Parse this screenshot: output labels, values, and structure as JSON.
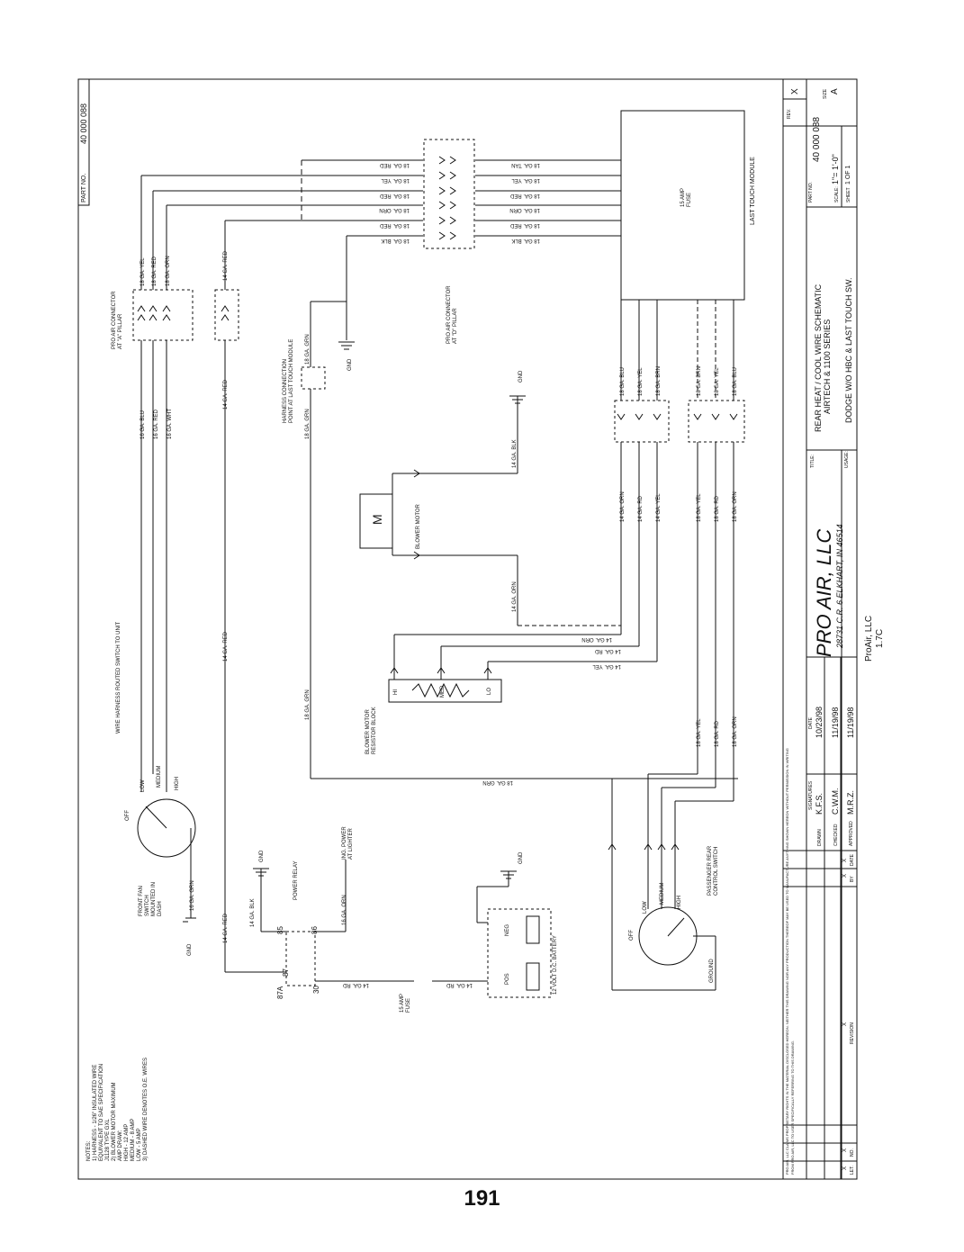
{
  "part_no_label": "PART NO.",
  "part_no": "40 000 088",
  "rev_label": "REV.",
  "rev": "X",
  "title_label": "TITLE:",
  "title_lines": [
    "REAR HEAT / COOL WIRE SCHEMATIC",
    "AIRTECH & 1100 SERIES"
  ],
  "usage_label": "USAGE:",
  "usage": "DODGE W/O HBC & LAST TOUCH SW.",
  "scale_label": "SCALE:",
  "scale": "1\"= 1'-0\"",
  "size_label": "SIZE",
  "size": "A",
  "sheet_label": "SHEET",
  "sheet": "1 OF 1",
  "company": "PRO AIR, LLC",
  "address": "28731 C.R. 6  ELKHART, IN 46514",
  "stamp": [
    "ProAir, LLC",
    "1.7C"
  ],
  "signature_header": "SIGNATURES",
  "date_header": "DATE",
  "signatures": [
    {
      "role": "DRAWN",
      "name": "K.F.S.",
      "date": "10/23/98"
    },
    {
      "role": "CHECKED",
      "name": "C.W.M.",
      "date": "11/19/98"
    },
    {
      "role": "APPROVED",
      "name": "M.R.Z.",
      "date": "11/19/98"
    }
  ],
  "revision_headers": [
    "LET.",
    "NO.",
    "REVISION",
    "BY",
    "DATE"
  ],
  "revision_row": [
    "X",
    "X",
    "X",
    "X",
    "X"
  ],
  "disclaimer": [
    "PRO AIR, LLC CLAIMS PROPRIETARY RIGHTS IN THE MATERIAL DISCLOSED HEREON. NEITHER THIS DRAWING NOR ANY PRODUCTION THEREOF MAY BE USED TO MANUFACTURE ANYTHING SHOWN HEREON WITHOUT PERMISSION IN WRITING",
    "FROM PRO AIR, LLC TO USER SPECIFICALLY REFERRING TO THIS DRAWING."
  ],
  "notes_title": "NOTES:",
  "notes": [
    "1) HARNESS - 1/26\" INSULATED WIRE",
    "   EQUIVALENT TO SAE SPECIFICATION",
    "   J1128 TYPE GXL",
    "2) BLOWER MOTOR MAXIMUM",
    "   AMP DRAW:",
    "   HIGH - 12 AMP",
    "   MEDIUM - 8 AMP",
    "   LOW - 5 AMP",
    "3) DASHED WIRE DENOTES O.E. WIRES"
  ],
  "components": {
    "last_touch_module": "LAST TOUCH MODULE",
    "module_fuse": [
      "15 AMP",
      "FUSE"
    ],
    "pro_air_connector_d": [
      "PRO AIR CONNECTOR",
      "AT \"D\" PILLAR"
    ],
    "pro_air_connector_a": [
      "PRO AIR CONNECTOR",
      "AT \"A\" PILLAR"
    ],
    "harness_connection": [
      "HARNESS CONNECTION",
      "POINT AT LAST TOUCH MODULE"
    ],
    "wire_harness_routed": "WIRE HARNESS ROUTED SWITCH TO UNIT",
    "blower_motor": "BLOWER MOTOR",
    "motor_symbol": "M",
    "resistor_block": [
      "BLOWER MOTOR",
      "RESISTOR BLOCK"
    ],
    "resistor_taps": [
      "HI",
      "MED",
      "LO"
    ],
    "front_fan_switch": [
      "FRONT FAN",
      "SWITCH",
      "MOUNTED IN",
      "DASH"
    ],
    "switch_positions": [
      "OFF",
      "LOW",
      "MEDIUM",
      "HIGH"
    ],
    "power_relay": "POWER RELAY",
    "relay_pins": [
      "85",
      "86",
      "87A",
      "87",
      "30"
    ],
    "ing_power": [
      "ING. POWER",
      "AT LIGHTER"
    ],
    "battery": "12 VOLT D.C. BATTERY",
    "battery_neg": "NEG",
    "battery_pos": "POS",
    "inline_fuse": [
      "15 AMP",
      "FUSE"
    ],
    "rear_switch": [
      "PASSENGER REAR",
      "CONTROL SWITCH"
    ],
    "rear_switch_positions": [
      "OFF",
      "LOW",
      "MEDIUM",
      "HIGH"
    ],
    "rear_switch_ground": "GROUND",
    "gnd": "GND"
  },
  "wire_labels": {
    "module_left": [
      "18 GA. TAN",
      "18 GA. YEL",
      "18 GA. RED",
      "18 GA. ORN",
      "18 GA. RED",
      "18 GA. BLK"
    ],
    "harness_right": [
      "18 GA. RED",
      "18 GA. YEL",
      "18 GA. RED",
      "18 GA. ORN",
      "18 GA. RED",
      "18 GA. BLK"
    ],
    "a_pillar_top": [
      "18 GA. YEL",
      "18 GA. RED",
      "18 GA. ORN"
    ],
    "a_pillar_bottom": [
      "16 GA. BLU",
      "16 GA. RED",
      "16 GA. WHT"
    ],
    "single_red": "14 GA. RED",
    "grn_18": "18 GA. GRN",
    "module_bottom_left": [
      "18 GA. BLU",
      "18 GA. YEL",
      "18 GA. BRN"
    ],
    "module_bottom_right": [
      "18 GA. BRN",
      "18 GA. YEL",
      "18 GA. BLU"
    ],
    "mid_left": [
      "14 GA. ORN",
      "14 GA. RD",
      "14 GA. YEL"
    ],
    "mid_right": [
      "18 GA. YEL",
      "18 GA. RD",
      "18 GA. ORN"
    ],
    "blk_14": "14 GA. BLK",
    "orn_14": "14 GA. ORN",
    "feed_lines": [
      "14 GA. ORN",
      "14 GA. RD",
      "14 GA. YEL"
    ],
    "rear_lines": [
      "18 GA. YEL",
      "18 GA. RD",
      "18 GA. ORN"
    ],
    "grn_16": "16 GA. GRN",
    "relay_blk": "14 GA. BLK",
    "relay_orn": "16 GA. ORN",
    "relay_rd": "14 GA. RD",
    "battery_rd": "14 GA. RD"
  },
  "page_number": "191"
}
